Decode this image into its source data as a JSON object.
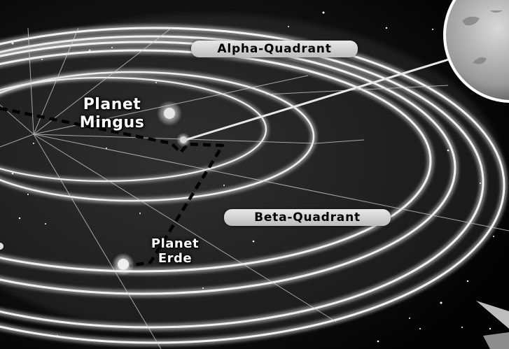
{
  "map": {
    "quadrants": [
      {
        "id": "alpha",
        "label": "Alpha-Quadrant"
      },
      {
        "id": "beta",
        "label": "Beta-Quadrant"
      }
    ],
    "planets": [
      {
        "id": "mingus",
        "label_line1": "Planet",
        "label_line2": "Mingus"
      },
      {
        "id": "erde",
        "label_line1": "Planet",
        "label_line2": "Erde"
      }
    ]
  },
  "colors": {
    "background": "#050505",
    "ring": "#dcdcdc",
    "route": "#000000",
    "label_pill": "#d6d6d6"
  }
}
